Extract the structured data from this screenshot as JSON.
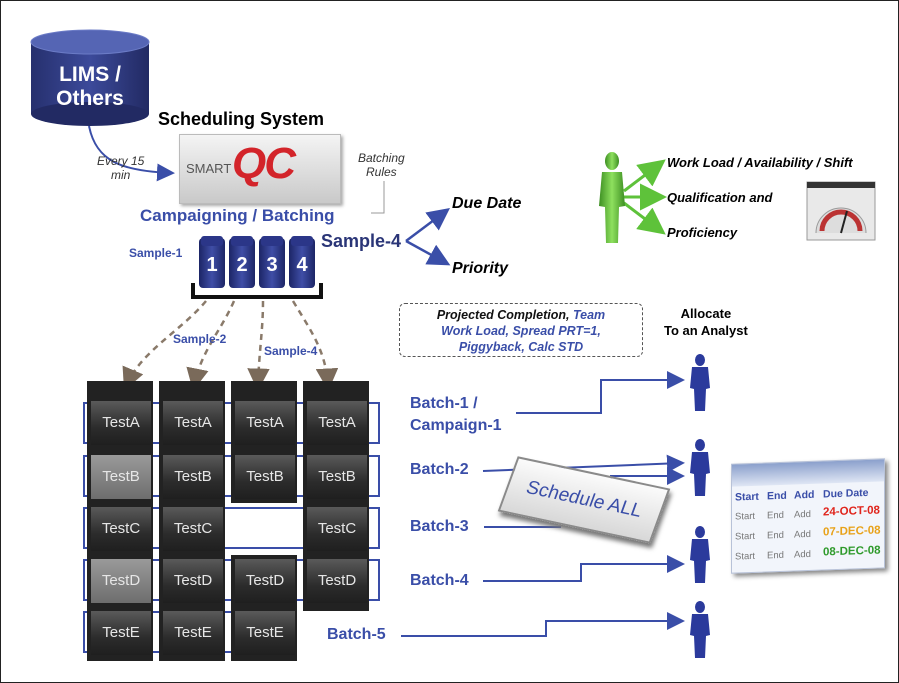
{
  "lims": {
    "line1": "LIMS /",
    "line2": "Others"
  },
  "scheduling_system": {
    "title": "Scheduling System",
    "logo_prefix": "SMART",
    "logo_mark": "QC"
  },
  "every_label": {
    "line1": "Every 15",
    "line2": "min"
  },
  "batching_rules": {
    "line1": "Batching",
    "line2": "Rules"
  },
  "campaigning": "Campaigning / Batching",
  "sample_main": "Sample-4",
  "sample_1": "Sample-1",
  "sample_2": "Sample-2",
  "sample_4b": "Sample-4",
  "vials": [
    "1",
    "2",
    "3",
    "4"
  ],
  "due_date": "Due Date",
  "priority": "Priority",
  "analyst_factors": [
    "Work Load / Availability / Shift",
    "Qualification and",
    "Proficiency"
  ],
  "projection_box": {
    "part1": "Projected Completion, ",
    "part2": "Team",
    "line2": "Work Load, Spread PRT=1,",
    "line3": "Piggyback, Calc STD"
  },
  "allocate": {
    "line1": "Allocate",
    "line2": "To an Analyst"
  },
  "tests": [
    "TestA",
    "TestB",
    "TestC",
    "TestD",
    "TestE"
  ],
  "batches": [
    "Batch-1 /",
    "Campaign-1",
    "Batch-2",
    "Batch-3",
    "Batch-4",
    "Batch-5"
  ],
  "schedule_button": "Schedule ALL",
  "schedule_table": {
    "headers": [
      "Start",
      "End",
      "Add",
      "Due Date"
    ],
    "rows": [
      [
        "Start",
        "End",
        "Add",
        "24-OCT-08"
      ],
      [
        "Start",
        "End",
        "Add",
        "07-DEC-08"
      ],
      [
        "Start",
        "End",
        "Add",
        "08-DEC-08"
      ]
    ],
    "date_colors": [
      "#e0241b",
      "#e8a21a",
      "#2f9a2b"
    ]
  },
  "colors": {
    "accent": "#3a4ea8",
    "navy": "#2a3577",
    "green": "#5ec23a"
  }
}
